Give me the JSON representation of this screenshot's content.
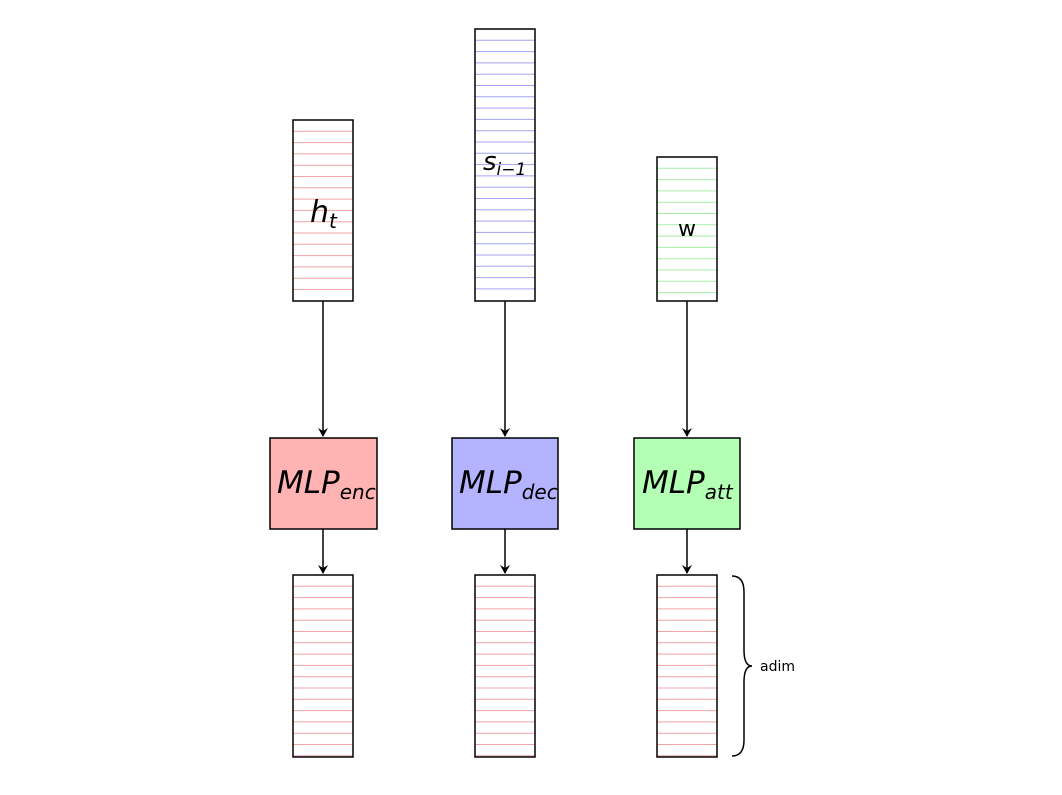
{
  "colors": {
    "red_lines": "#f2a3a8",
    "blue_lines": "#a3a3f2",
    "green_lines": "#a6eea6",
    "mlp_enc_fill": "#ffb3b3",
    "mlp_dec_fill": "#b3b3ff",
    "mlp_att_fill": "#b3ffb3",
    "stroke": "#000000"
  },
  "inputs": {
    "h_t": {
      "base": "h",
      "sub": "t"
    },
    "s_prev": {
      "base": "s",
      "sub": "i−1"
    },
    "w": "w"
  },
  "mlps": {
    "enc": {
      "base": "MLP",
      "sub": "enc"
    },
    "dec": {
      "base": "MLP",
      "sub": "dec"
    },
    "att": {
      "base": "MLP",
      "sub": "att"
    }
  },
  "brace_label": "adim"
}
